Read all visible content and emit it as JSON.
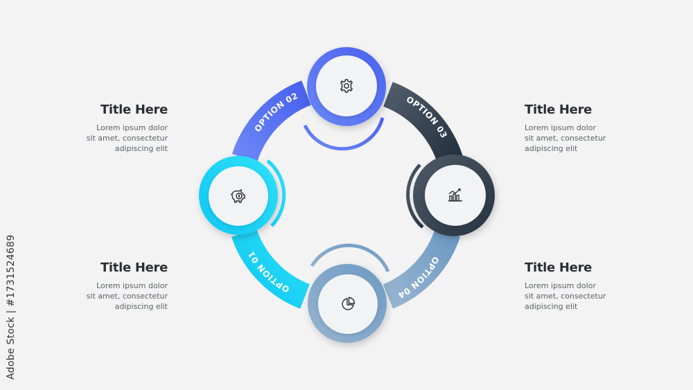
{
  "options": [
    {
      "label": "OPTION 01",
      "icon": "piggy-bank-icon",
      "color_start": "#1fd0f5",
      "color_end": "#16a9e8"
    },
    {
      "label": "OPTION 02",
      "icon": "gear-icon",
      "color_start": "#4e86f3",
      "color_end": "#6a6ff0"
    },
    {
      "label": "OPTION 03",
      "icon": "bar-chart-growth-icon",
      "color_start": "#4a5663",
      "color_end": "#273340"
    },
    {
      "label": "OPTION 04",
      "icon": "pie-chart-icon",
      "color_start": "#8aaac8",
      "color_end": "#5e8fb8"
    }
  ],
  "text_blocks": {
    "top_left": {
      "title": "Title Here",
      "body": "Lorem ipsum dolor\nsit amet, consectetur\nadipiscing elit"
    },
    "bottom_left": {
      "title": "Title Here",
      "body": "Lorem ipsum dolor\nsit amet, consectetur\nadipiscing elit"
    },
    "top_right": {
      "title": "Title Here",
      "body": "Lorem ipsum dolor\nsit amet, consectetur\nadipiscing elit"
    },
    "bottom_right": {
      "title": "Title Here",
      "body": "Lorem ipsum dolor\nsit amet, consectetur\nadipiscing elit"
    }
  },
  "watermark": "Adobe Stock | #1731524689"
}
